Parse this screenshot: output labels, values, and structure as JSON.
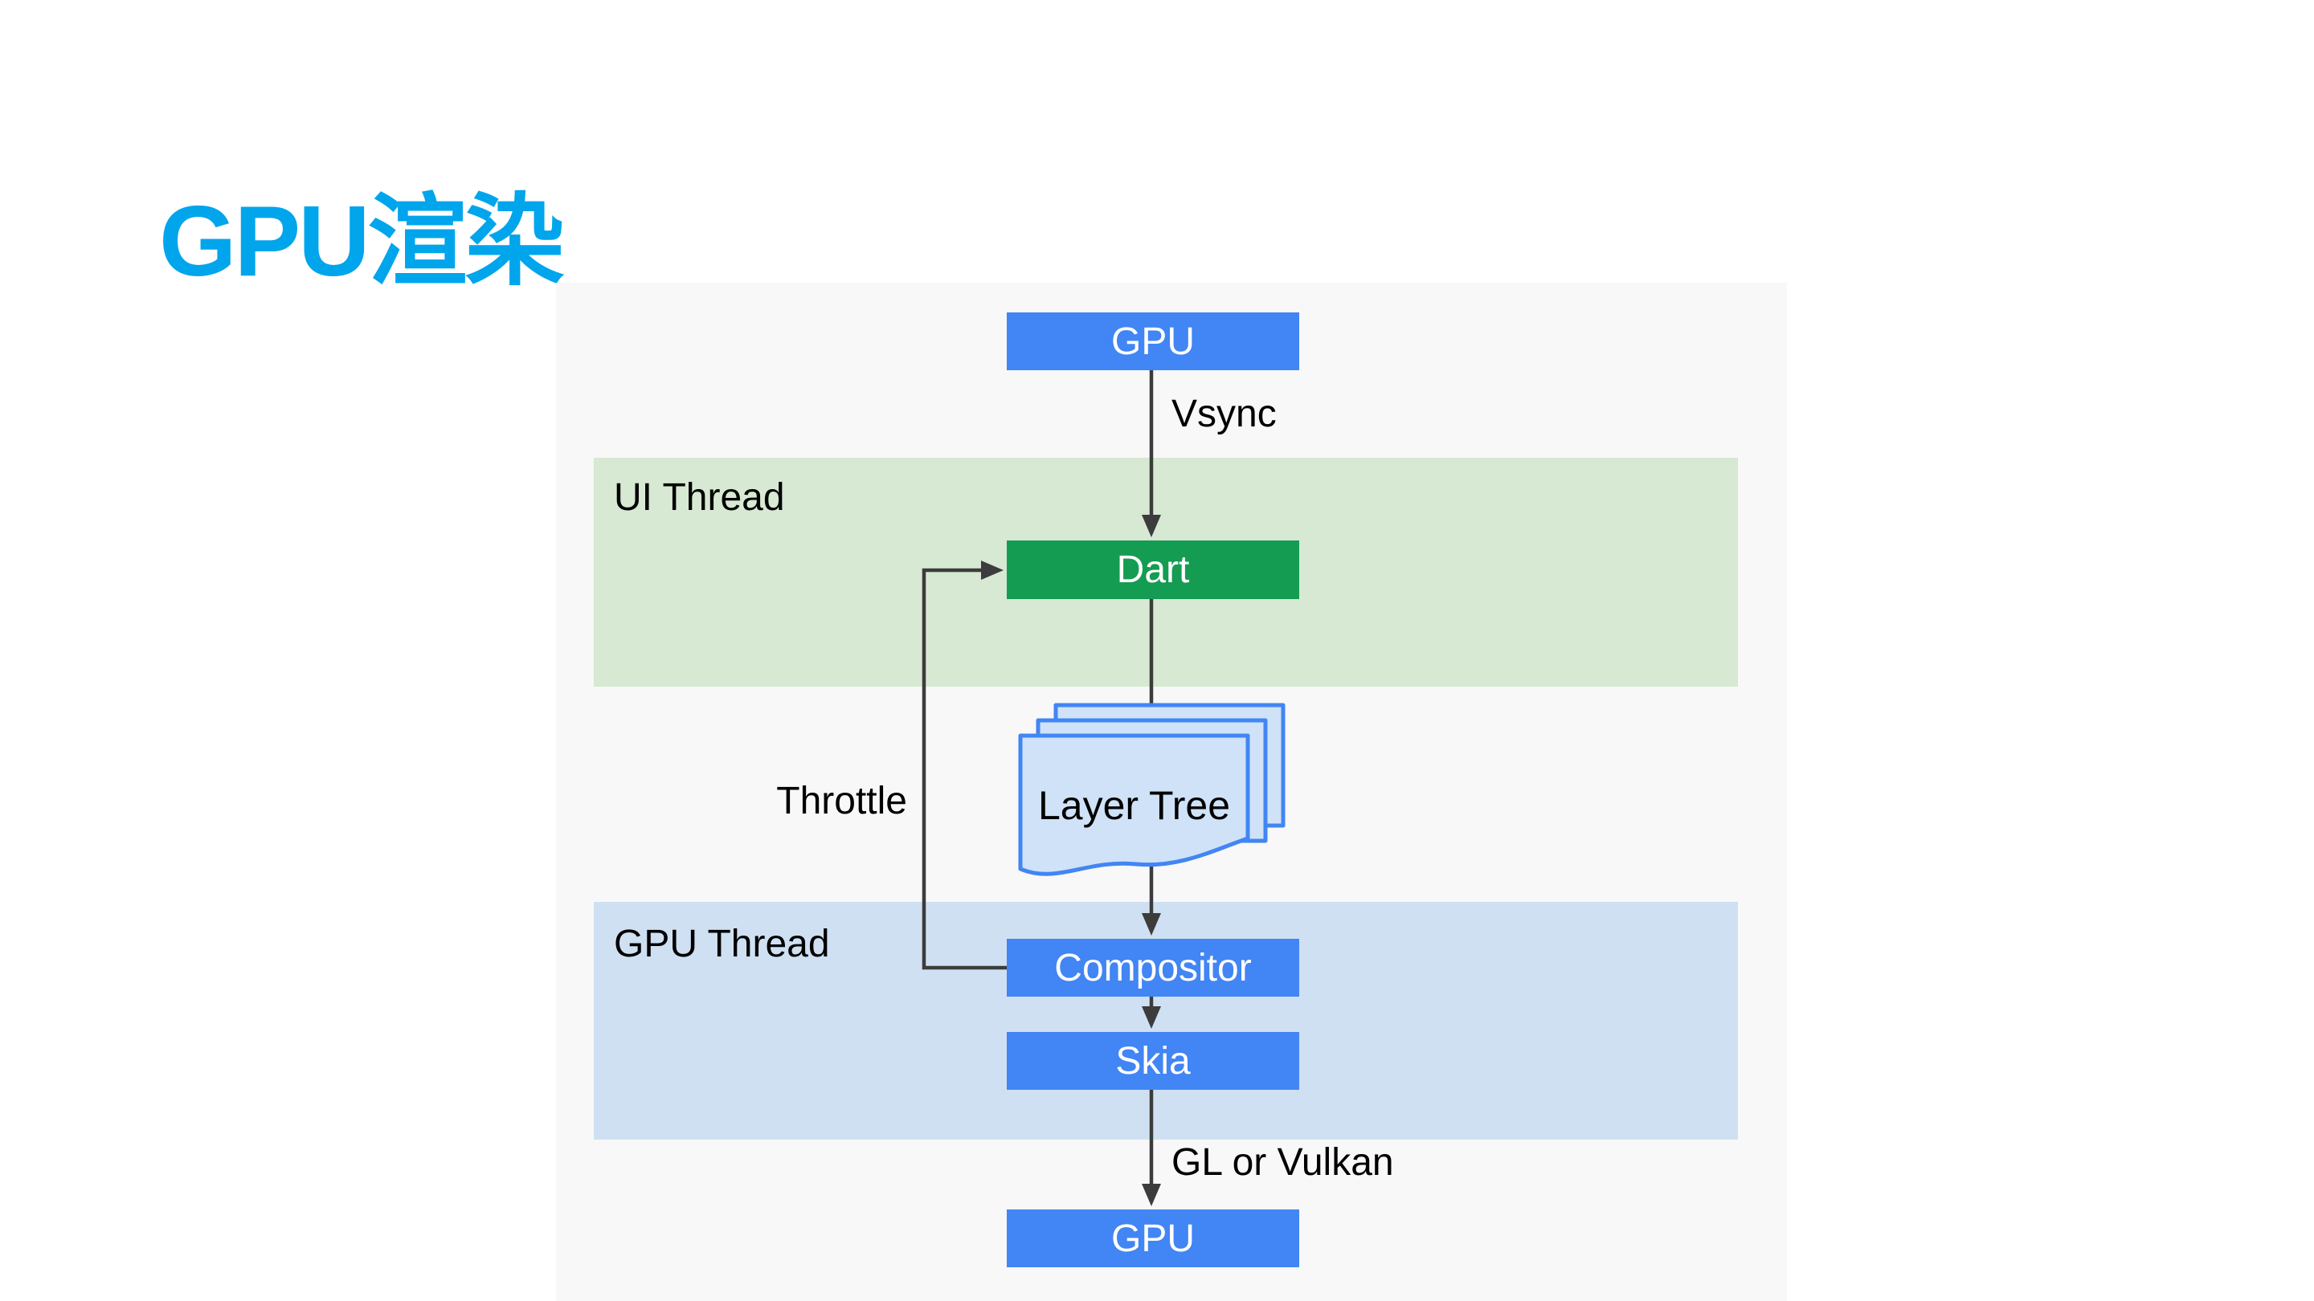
{
  "page": {
    "background": "#ffffff"
  },
  "title": {
    "text": "GPU渲染",
    "color": "#00a5ec"
  },
  "diagram": {
    "panel_color": "#f8f8f8",
    "arrow_color": "#3c3c3c",
    "bands": [
      {
        "label": "UI Thread",
        "color": "#d7e8d3"
      },
      {
        "label": "GPU Thread",
        "color": "#cfe0f2"
      }
    ],
    "nodes": [
      {
        "label": "GPU",
        "color": "#4285f4",
        "text_color": "#ffffff"
      },
      {
        "label": "Dart",
        "color": "#149c52",
        "text_color": "#ffffff"
      },
      {
        "label": "Layer Tree",
        "icon": "document-stack-icon",
        "fill": "#cfe2f7",
        "border": "#4285f4",
        "text_color": "#000000"
      },
      {
        "label": "Compositor",
        "color": "#4285f4",
        "text_color": "#ffffff"
      },
      {
        "label": "Skia",
        "color": "#4285f4",
        "text_color": "#ffffff"
      },
      {
        "label": "GPU",
        "color": "#4285f4",
        "text_color": "#ffffff"
      }
    ],
    "edge_labels": [
      {
        "text": "Vsync"
      },
      {
        "text": "Throttle"
      },
      {
        "text": "GL or Vulkan"
      }
    ],
    "flow": [
      "GPU -> Dart (Vsync)",
      "Dart -> Layer Tree -> Compositor",
      "Compositor -> Skia",
      "Skia -> GPU (GL or Vulkan)",
      "Compositor -> Dart (Throttle feedback)"
    ]
  }
}
